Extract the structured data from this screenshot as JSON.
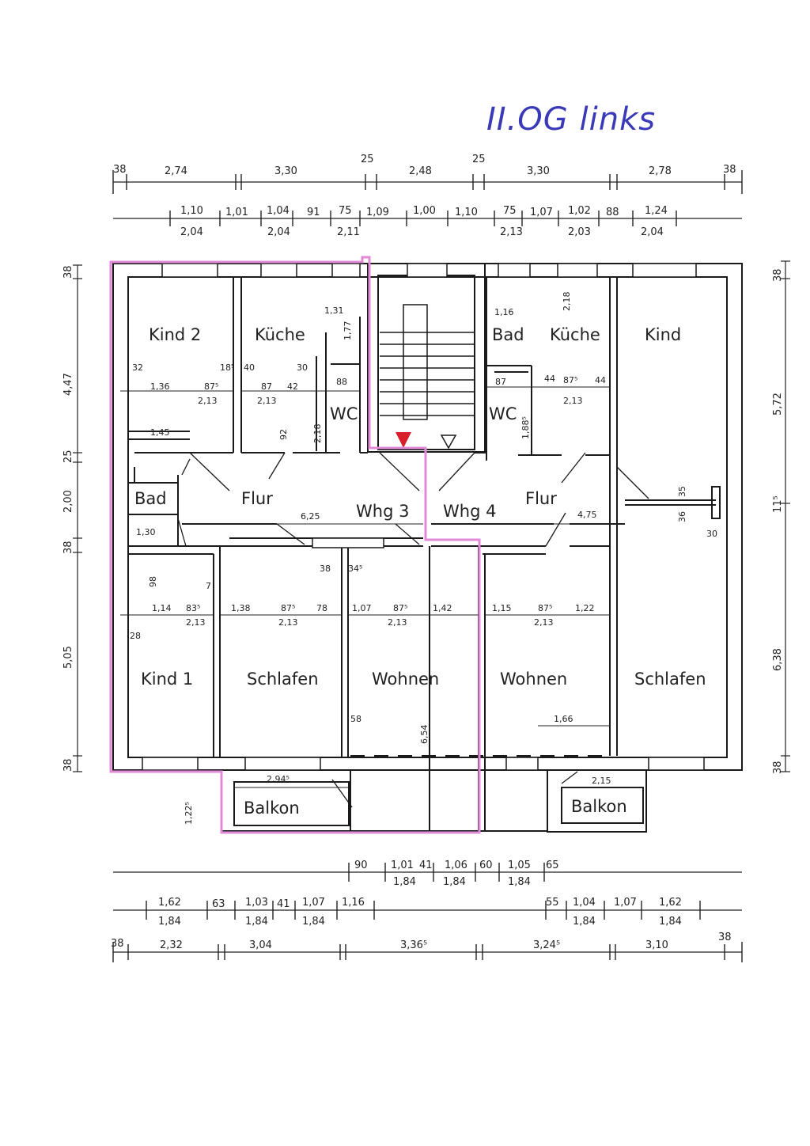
{
  "title": "II.OG links",
  "colors": {
    "outline": "#e08ad8",
    "title": "#3a3ab8",
    "ink": "#222222",
    "stair_marker": "#d8202a"
  },
  "rooms": {
    "kind2": "Kind 2",
    "kueche_l": "Küche",
    "wc_l": "WC",
    "bad_l": "Bad",
    "flur_l": "Flur",
    "whg3": "Whg 3",
    "whg4": "Whg 4",
    "bad_r": "Bad",
    "kueche_r": "Küche",
    "wc_r": "WC",
    "kind_r": "Kind",
    "flur_r": "Flur",
    "kind1": "Kind 1",
    "schlafen_l": "Schlafen",
    "wohnen_l": "Wohnen",
    "wohnen_r": "Wohnen",
    "schlafen_r": "Schlafen",
    "balkon_l": "Balkon",
    "balkon_r": "Balkon"
  },
  "dims": {
    "top1": [
      "38",
      "2,74",
      "3,30",
      "25",
      "2,48",
      "25",
      "3,30",
      "2,78",
      "38"
    ],
    "top2a": [
      "1,10",
      "1,01",
      "1,04",
      "91",
      "75",
      "1,09",
      "1,00",
      "1,10",
      "75",
      "1,07",
      "1,02",
      "88",
      "1,24"
    ],
    "top2b": [
      "2,04",
      "2,04",
      "2,11",
      "2,13",
      "2,03",
      "2,04"
    ],
    "left": [
      "38",
      "4,47",
      "25",
      "2,00",
      "38",
      "5,05",
      "38"
    ],
    "right": [
      "38",
      "5,72",
      "11⁵",
      "6,38",
      "38"
    ],
    "bot1a": [
      "90",
      "1,01",
      "41",
      "1,06",
      "60",
      "1,05",
      "65"
    ],
    "bot1b": [
      "1,84",
      "1,84",
      "1,84"
    ],
    "bot2a": [
      "1,62",
      "63",
      "1,03",
      "41",
      "1,07",
      "1,16",
      "55",
      "1,04",
      "1,07",
      "1,62"
    ],
    "bot2b": [
      "1,84",
      "1,84",
      "1,84",
      "1,84",
      "1,84"
    ],
    "bot3": [
      "38",
      "2,32",
      "3,04",
      "3,36⁵",
      "3,24⁵",
      "3,10",
      "38"
    ],
    "inner": [
      "1,31",
      "1,77",
      "1,16",
      "2,18",
      "32",
      "18⁵",
      "40",
      "30",
      "1,36",
      "87⁵",
      "2,13",
      "87",
      "42",
      "88",
      "2,13",
      "87",
      "44",
      "87⁵",
      "44",
      "2,13",
      "92",
      "2,18",
      "1,88⁵",
      "1,45",
      "1,30",
      "6,25",
      "4,75",
      "35",
      "36",
      "30",
      "38",
      "34⁵",
      "98",
      "7",
      "1,14",
      "83⁵",
      "2,13",
      "28",
      "1,38",
      "87⁵",
      "78",
      "2,13",
      "1,07",
      "87⁵",
      "1,42",
      "2,13",
      "1,15",
      "87⁵",
      "1,22",
      "2,13",
      "58",
      "6,54",
      "1,66",
      "2,94⁵",
      "2,15",
      "1,22⁵"
    ]
  }
}
